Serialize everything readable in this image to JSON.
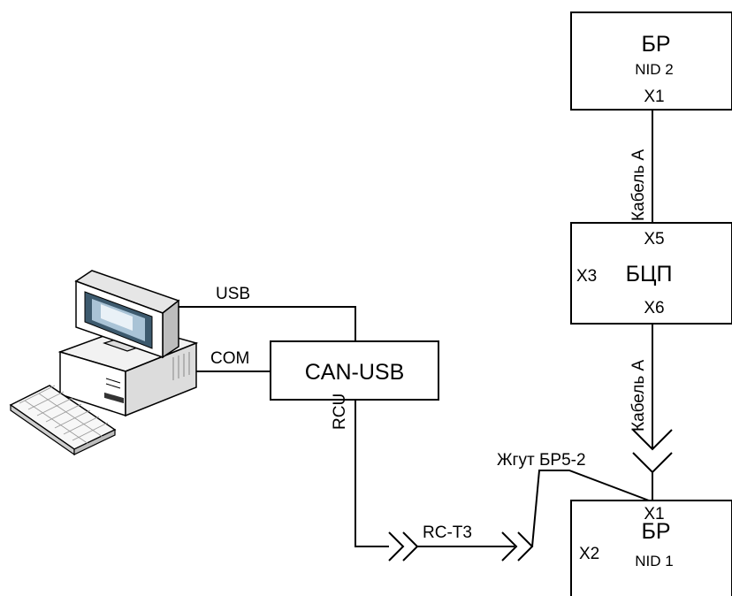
{
  "blocks": {
    "br_top": {
      "title": "БР",
      "nid": "NID 2",
      "port": "X1"
    },
    "bcp": {
      "title": "БЦП",
      "port_top": "X5",
      "port_left": "X3",
      "port_bottom": "X6"
    },
    "canusb": {
      "title": "CAN-USB"
    },
    "br_bottom": {
      "title": "БР",
      "nid": "NID 1",
      "port_top": "X1",
      "port_left": "X2"
    }
  },
  "wires": {
    "usb": "USB",
    "com": "COM",
    "rcu": "RCU",
    "rct3": "RC-T3",
    "cable_a_upper": "Кабель А",
    "cable_a_lower": "Кабель А",
    "harness": "Жгут БР5-2"
  },
  "icons": {
    "computer": "desktop-computer-icon"
  }
}
